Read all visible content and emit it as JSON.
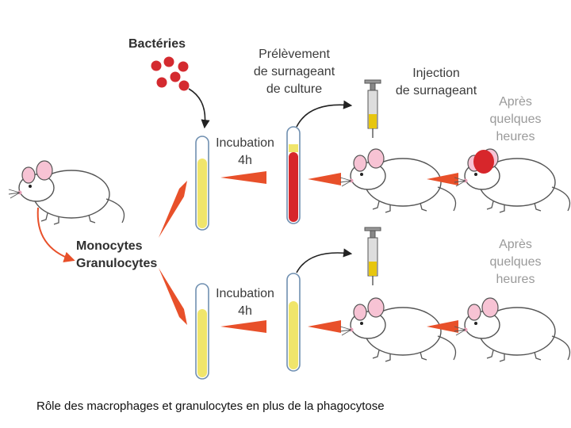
{
  "diagram": {
    "bacteries_label": "Bactéries",
    "prelevement_label": [
      "Prélèvement",
      "de surnageant",
      "de culture"
    ],
    "injection_label": [
      "Injection",
      "de surnageant"
    ],
    "apres_label": [
      "Après",
      "quelques",
      "heures"
    ],
    "incubation_label": [
      "Incubation",
      "4h"
    ],
    "cells_label": [
      "Monocytes",
      "Granulocytes"
    ]
  },
  "caption": "Rôle des macrophages et granulocytes en plus de la phagocytose",
  "colors": {
    "arrow": "#e8502a",
    "bacteria": "#d42a2f",
    "culture_red": "#d7262b",
    "yellow_liquid": "#f0e56b",
    "tube_outline": "#6f8fb0",
    "mouse_outline": "#555555",
    "mouse_ear": "#f7c3d4"
  }
}
